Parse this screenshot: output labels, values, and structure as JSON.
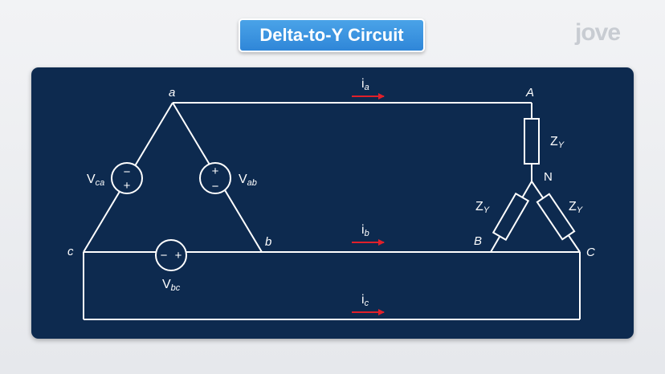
{
  "title": "Delta-to-Y Circuit",
  "brand": "jove",
  "colors": {
    "panel": "#0d2a4f",
    "wire": "#ffffff",
    "arrow": "#e0202a",
    "badge": "#3a95e0"
  },
  "nodes": {
    "a": "a",
    "b": "b",
    "c": "c",
    "A": "A",
    "B": "B",
    "C": "C",
    "N": "N"
  },
  "sources": {
    "ca": {
      "main": "V",
      "sub": "ca",
      "top_sign": "−",
      "bottom_sign": "+"
    },
    "ab": {
      "main": "V",
      "sub": "ab",
      "top_sign": "+",
      "bottom_sign": "−"
    },
    "bc": {
      "main": "V",
      "sub": "bc",
      "left_sign": "−",
      "right_sign": "+"
    }
  },
  "currents": {
    "a": {
      "main": "i",
      "sub": "a"
    },
    "b": {
      "main": "i",
      "sub": "b"
    },
    "c": {
      "main": "i",
      "sub": "c"
    }
  },
  "impedances": {
    "main": "Z",
    "sub": "Y"
  }
}
